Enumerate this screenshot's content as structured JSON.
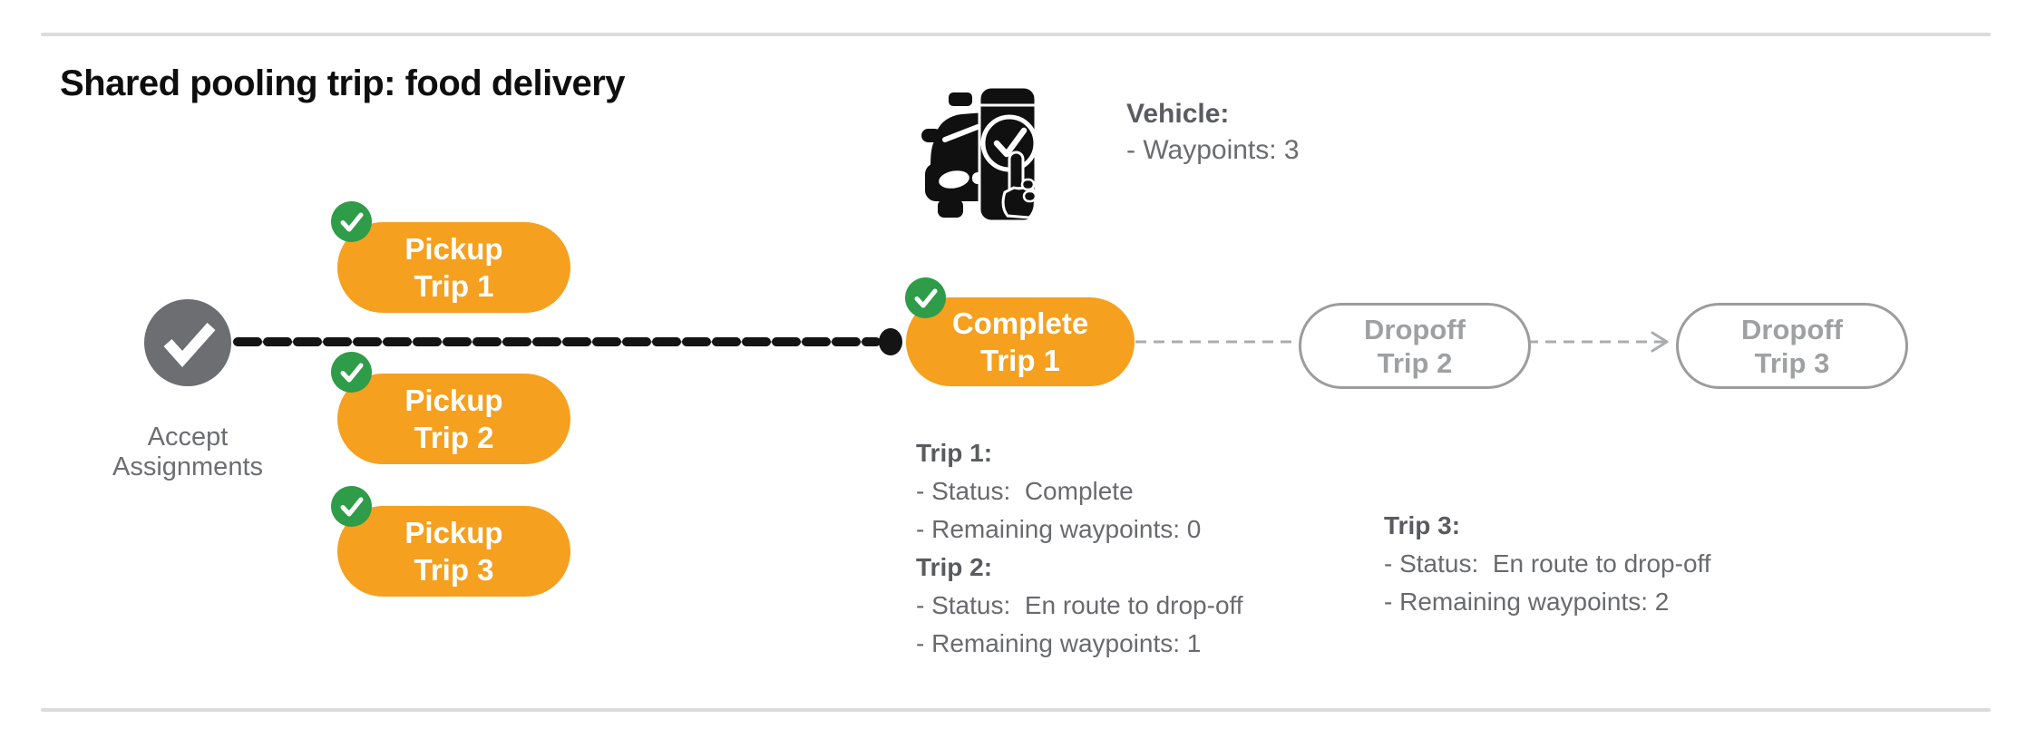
{
  "title": "Shared pooling trip: food delivery",
  "colors": {
    "orange": "#F5A01E",
    "green": "#2E9C49",
    "node_gray": "#6D6E71",
    "muted_gray": "#9B9C9E",
    "status_text": "#696A6D",
    "rule_gray": "#DBDBDB",
    "line_black": "#141414"
  },
  "vehicle": {
    "icon": "vehicle-phone-check-icon",
    "label": "Vehicle:",
    "waypoints": "- Waypoints: 3"
  },
  "flow": {
    "accept": {
      "icon": "check-icon",
      "label_line1": "Accept",
      "label_line2": "Assignments"
    },
    "pickups": [
      {
        "line1": "Pickup",
        "line2": "Trip 1",
        "checked": true
      },
      {
        "line1": "Pickup",
        "line2": "Trip 2",
        "checked": true
      },
      {
        "line1": "Pickup",
        "line2": "Trip 3",
        "checked": true
      }
    ],
    "complete": {
      "line1": "Complete",
      "line2": "Trip 1",
      "checked": true
    },
    "dropoffs": [
      {
        "line1": "Dropoff",
        "line2": "Trip 2"
      },
      {
        "line1": "Dropoff",
        "line2": "Trip 3"
      }
    ]
  },
  "status": {
    "left_block": [
      {
        "style": "head",
        "text": "Trip 1:"
      },
      {
        "style": "item",
        "text": "- Status:  Complete"
      },
      {
        "style": "item",
        "text": "- Remaining waypoints: 0"
      },
      {
        "style": "head",
        "text": "Trip 2:"
      },
      {
        "style": "item",
        "text": "- Status:  En route to drop-off"
      },
      {
        "style": "item",
        "text": "- Remaining waypoints: 1"
      }
    ],
    "right_block": [
      {
        "style": "head",
        "text": "Trip 3:"
      },
      {
        "style": "item",
        "text": "- Status:  En route to drop-off"
      },
      {
        "style": "item",
        "text": "- Remaining waypoints: 2"
      }
    ]
  }
}
